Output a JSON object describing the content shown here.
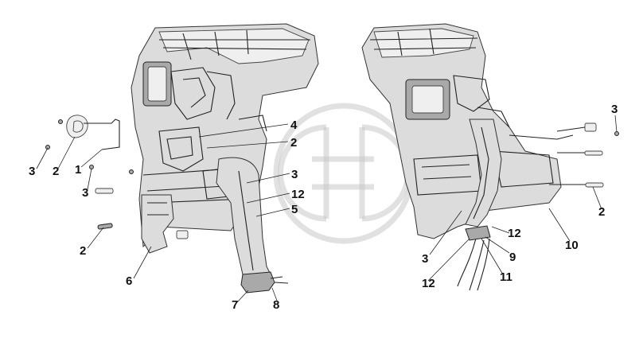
{
  "diagram": {
    "left_assembly_labels": [
      "4",
      "2",
      "3",
      "2",
      "1",
      "3",
      "3",
      "12",
      "5",
      "2",
      "6",
      "7",
      "8"
    ],
    "right_assembly_labels": [
      "3",
      "2",
      "12",
      "10",
      "3",
      "9",
      "12",
      "11"
    ],
    "colors": {
      "line": "#222222",
      "part_fill": "#dcdcdc",
      "part_dark": "#a9a9a9",
      "watermark": "#c9c9c9"
    }
  }
}
